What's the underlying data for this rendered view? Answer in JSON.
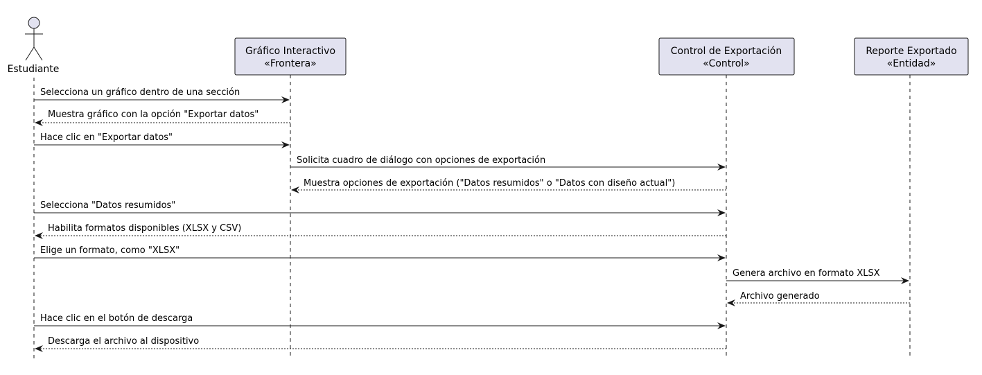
{
  "actor": {
    "name": "Estudiante"
  },
  "participants": [
    {
      "id": "grafico",
      "name": "Gráfico Interactivo",
      "stereotype": "«Frontera»"
    },
    {
      "id": "control",
      "name": "Control de Exportación",
      "stereotype": "«Control»"
    },
    {
      "id": "reporte",
      "name": "Reporte Exportado",
      "stereotype": "«Entidad»"
    }
  ],
  "messages": [
    {
      "from": "estudiante",
      "to": "grafico",
      "text": "Selecciona un gráfico dentro de una sección",
      "type": "sync"
    },
    {
      "from": "grafico",
      "to": "estudiante",
      "text": "Muestra gráfico con la opción \"Exportar datos\"",
      "type": "return"
    },
    {
      "from": "estudiante",
      "to": "grafico",
      "text": "Hace clic en \"Exportar datos\"",
      "type": "sync"
    },
    {
      "from": "grafico",
      "to": "control",
      "text": "Solicita cuadro de diálogo con opciones de exportación",
      "type": "sync"
    },
    {
      "from": "control",
      "to": "grafico",
      "text": "Muestra opciones de exportación (\"Datos resumidos\" o \"Datos con diseño actual\")",
      "type": "return"
    },
    {
      "from": "estudiante",
      "to": "control",
      "text": "Selecciona \"Datos resumidos\"",
      "type": "sync"
    },
    {
      "from": "control",
      "to": "estudiante",
      "text": "Habilita formatos disponibles (XLSX y CSV)",
      "type": "return"
    },
    {
      "from": "estudiante",
      "to": "control",
      "text": "Elige un formato, como \"XLSX\"",
      "type": "sync"
    },
    {
      "from": "control",
      "to": "reporte",
      "text": "Genera archivo en formato XLSX",
      "type": "sync"
    },
    {
      "from": "reporte",
      "to": "control",
      "text": "Archivo generado",
      "type": "return"
    },
    {
      "from": "estudiante",
      "to": "control",
      "text": "Hace clic en el botón de descarga",
      "type": "sync"
    },
    {
      "from": "control",
      "to": "estudiante",
      "text": "Descarga el archivo al dispositivo",
      "type": "return"
    }
  ],
  "colors": {
    "participant_fill": "#E2E2F0",
    "participant_border": "#181818",
    "lifeline": "#181818",
    "arrow": "#181818"
  }
}
